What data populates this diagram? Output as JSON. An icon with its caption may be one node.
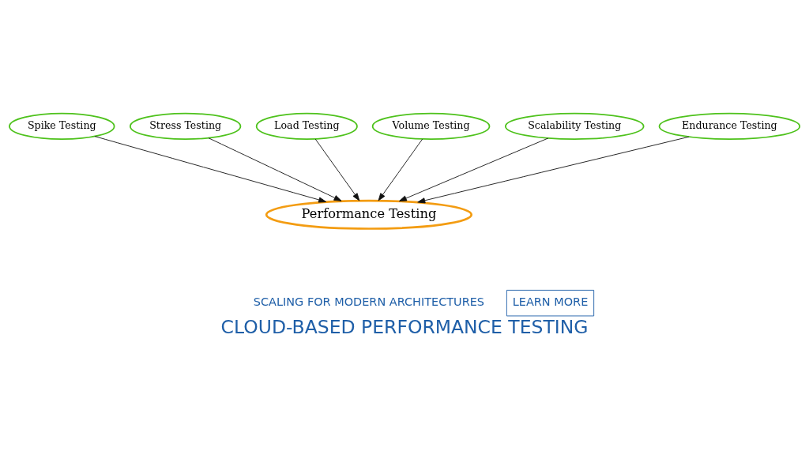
{
  "diagram": {
    "title": "CLOUD-BASED PERFORMANCE TESTING",
    "nodes": [
      {
        "text": [
          "Spike Testing"
        ]
      },
      {
        "text": [
          "Stress Testing"
        ]
      },
      {
        "text": [
          "Load Testing"
        ]
      },
      {
        "text": [
          "Volume Testing"
        ]
      },
      {
        "text": [
          "Scalability Testing"
        ]
      },
      {
        "text": [
          "Endurance Testing"
        ]
      },
      {
        "text": [
          "Performance Testing"
        ]
      }
    ],
    "edges": [
      {
        "from": 0,
        "to": 6,
        "arrow": "to"
      },
      {
        "from": 1,
        "to": 6,
        "arrow": "to"
      },
      {
        "from": 2,
        "to": 6,
        "arrow": "to"
      },
      {
        "from": 3,
        "to": 6,
        "arrow": "to"
      },
      {
        "from": 4,
        "to": 6,
        "arrow": "to"
      },
      {
        "from": 5,
        "to": 6,
        "arrow": "to"
      }
    ],
    "labels": [
      "SCALING FOR MODERN ARCHITECTURES",
      "LEARN MORE"
    ]
  }
}
